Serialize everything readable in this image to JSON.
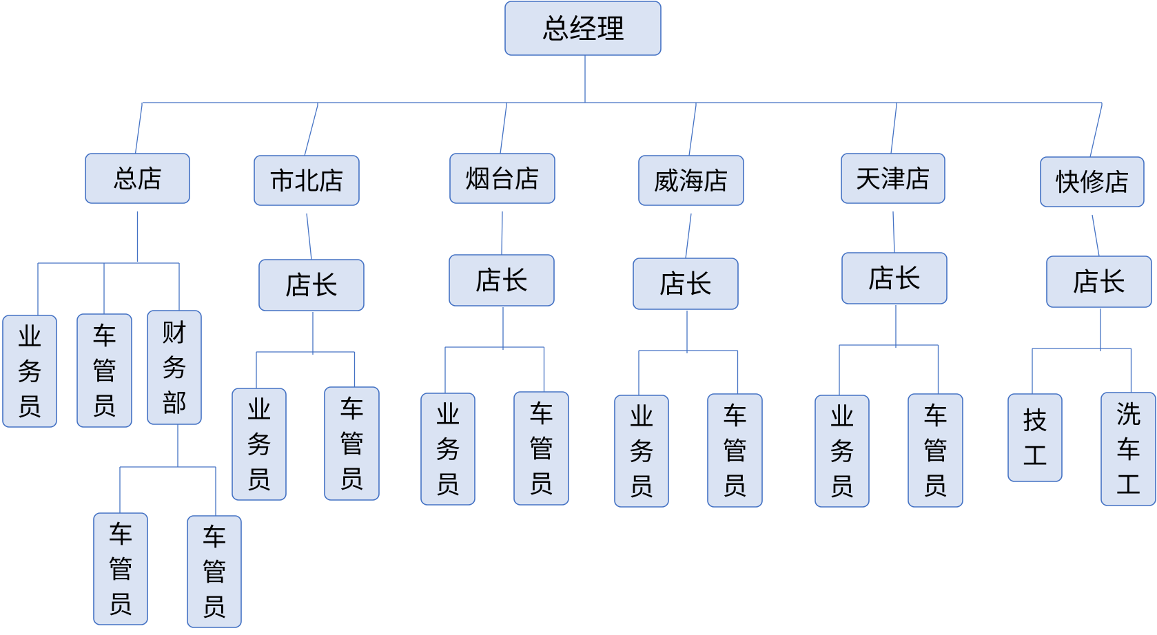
{
  "colors": {
    "box_fill": "#dae3f3",
    "box_border": "#4472c4",
    "line": "#4472c4",
    "text": "#000000"
  },
  "org": {
    "root": "总经理",
    "branches": [
      {
        "name": "总店",
        "children": [
          "业务员",
          "车管员",
          "财务部"
        ],
        "finance_children": [
          "车管员",
          "车管员"
        ]
      },
      {
        "name": "市北店",
        "manager": "店长",
        "children": [
          "业务员",
          "车管员"
        ]
      },
      {
        "name": "烟台店",
        "manager": "店长",
        "children": [
          "业务员",
          "车管员"
        ]
      },
      {
        "name": "威海店",
        "manager": "店长",
        "children": [
          "业务员",
          "车管员"
        ]
      },
      {
        "name": "天津店",
        "manager": "店长",
        "children": [
          "业务员",
          "车管员"
        ]
      },
      {
        "name": "快修店",
        "manager": "店长",
        "children": [
          "技工",
          "洗车工"
        ]
      }
    ]
  }
}
